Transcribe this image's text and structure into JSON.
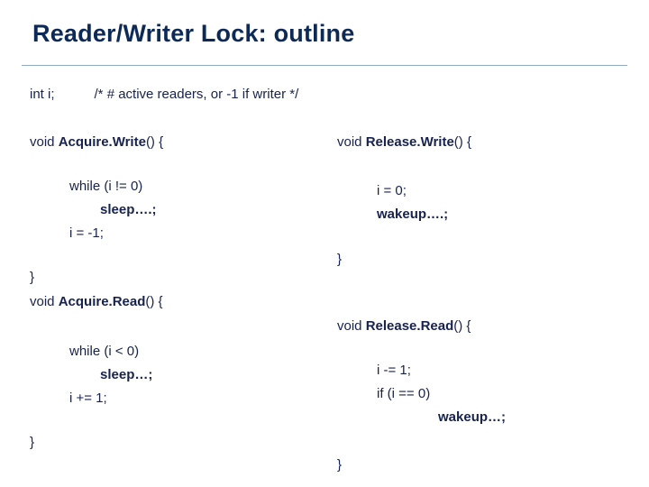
{
  "slide": {
    "title": "Reader/Writer Lock: outline",
    "declaration": {
      "variable": "int i;",
      "comment": "/* # active readers, or -1 if writer */"
    },
    "left_column": {
      "acquire_write": {
        "signature_prefix": "void ",
        "signature_name": "Acquire.Write",
        "signature_suffix": "() {",
        "body": [
          "while (i != 0)",
          "sleep….;",
          "i = -1;"
        ],
        "close": "}"
      },
      "acquire_read": {
        "signature_prefix": "void ",
        "signature_name": "Acquire.Read",
        "signature_suffix": "() {",
        "body": [
          "while (i < 0)",
          "sleep…;",
          "i += 1;"
        ],
        "close": "}"
      }
    },
    "right_column": {
      "release_write": {
        "signature_prefix": "void ",
        "signature_name": "Release.Write",
        "signature_suffix": "() {",
        "body": [
          "i = 0;",
          "wakeup….;"
        ],
        "close": "}"
      },
      "release_read": {
        "signature_prefix": "void ",
        "signature_name": "Release.Read",
        "signature_suffix": "() {",
        "body": [
          "i -= 1;",
          "if (i == 0)",
          "wakeup…;"
        ],
        "close": "}"
      }
    }
  }
}
